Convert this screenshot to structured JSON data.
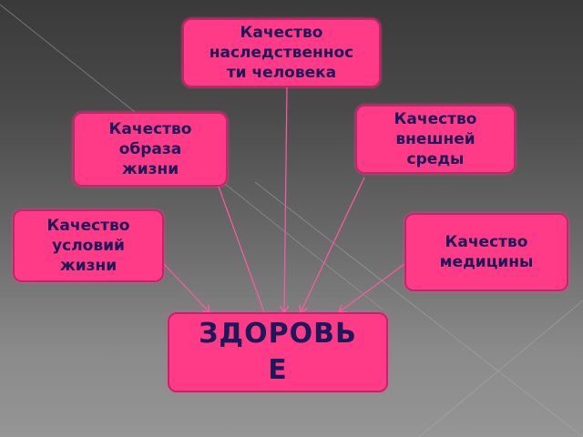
{
  "diagram": {
    "title": "ЗДОРОВЬЕ",
    "center": {
      "line1": "ЗДОРОВЬ",
      "line2": "Е"
    },
    "factors": [
      {
        "id": "heredity",
        "lines": [
          "Качество",
          "наследственнос",
          "ти человека"
        ]
      },
      {
        "id": "lifestyle",
        "lines": [
          "Качество",
          "образа",
          "жизни"
        ]
      },
      {
        "id": "environment",
        "lines": [
          "Качество",
          "внешней",
          "среды"
        ]
      },
      {
        "id": "living-conditions",
        "lines": [
          "Качество",
          "условий",
          "жизни"
        ]
      },
      {
        "id": "medicine",
        "lines": [
          "Качество",
          "медицины"
        ]
      }
    ],
    "colors": {
      "box_fill": "#ff3a86",
      "box_border": "#c8236a",
      "text": "#1a1a5a",
      "arrow": "#ff5aa0"
    }
  }
}
